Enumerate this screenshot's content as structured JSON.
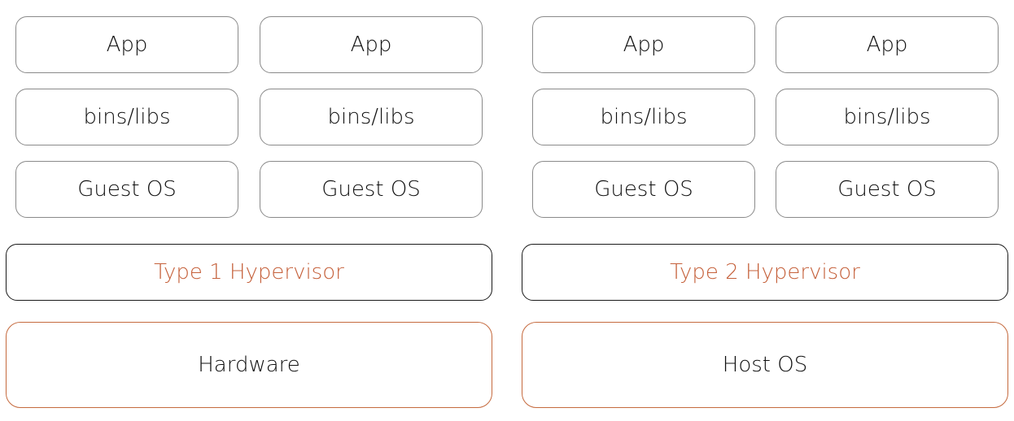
{
  "colors": {
    "vm_border": "#8a8a8a",
    "hypervisor_border": "#1a1a1a",
    "base_border": "#c56a3e",
    "hypervisor_text": "#c5603a",
    "text": "#111111"
  },
  "left_stack": {
    "vms": [
      {
        "app": "App",
        "bins": "bins/libs",
        "guest_os": "Guest OS"
      },
      {
        "app": "App",
        "bins": "bins/libs",
        "guest_os": "Guest OS"
      }
    ],
    "hypervisor": "Type 1 Hypervisor",
    "base": "Hardware"
  },
  "right_stack": {
    "vms": [
      {
        "app": "App",
        "bins": "bins/libs",
        "guest_os": "Guest OS"
      },
      {
        "app": "App",
        "bins": "bins/libs",
        "guest_os": "Guest OS"
      }
    ],
    "hypervisor": "Type 2 Hypervisor",
    "base": "Host OS"
  }
}
